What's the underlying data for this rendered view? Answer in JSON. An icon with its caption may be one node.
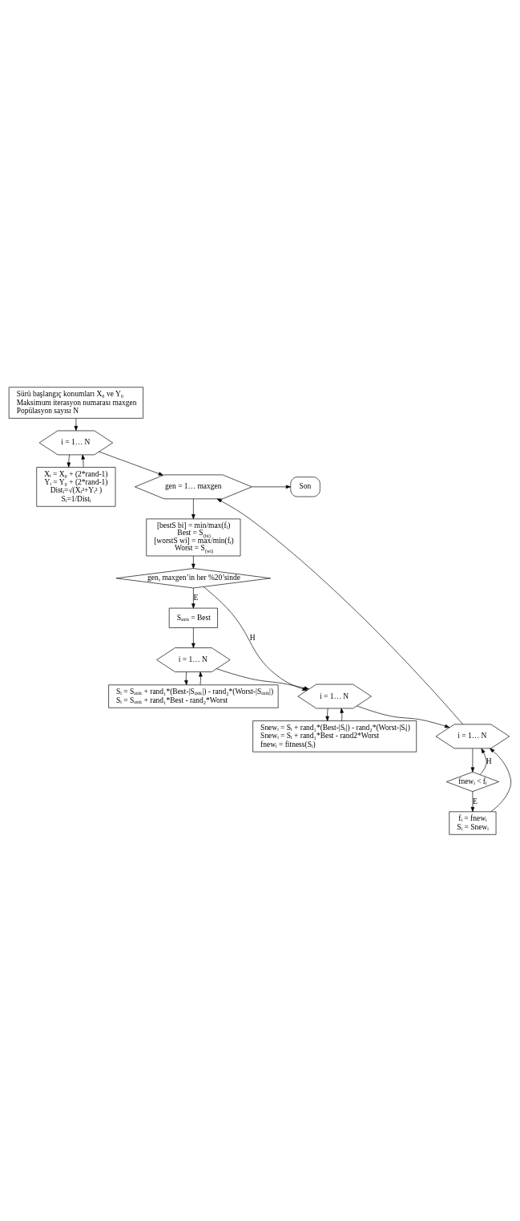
{
  "diagram": {
    "nodes": [
      {
        "text": [
          "Sürü başlangıç konumları X₀ ve Y₀",
          "Maksimum iterasyon numarası maxgen",
          "Popülasyon sayısı N"
        ]
      },
      {
        "text": [
          "i = 1… N"
        ]
      },
      {
        "text": [
          "Xᵢ = X₀ + (2*rand-1)",
          "Yᵢ = Y₀ + (2*rand-1)",
          "Distᵢ=√(Xᵢ²+Yᵢ² )",
          "Sᵢ=1/Distᵢ"
        ]
      },
      {
        "text": [
          "gen = 1… maxgen"
        ]
      },
      {
        "text": [
          "Son"
        ]
      },
      {
        "text": [
          "[bestS bi] = min/max(fᵢ)",
          "Best = S$_{(bi)}$",
          "[worstS wi] = max/min(fᵢ)",
          "Worst = S$_{(wi)}$"
        ]
      },
      {
        "text": [
          "gen, maxgen’in her %20’sinde"
        ]
      },
      {
        "text": [
          "Sₐₓᵢₛ = Best"
        ]
      },
      {
        "text": [
          "i = 1… N"
        ]
      },
      {
        "text": [
          "Sᵢ = Sₐₓᵢₛ + rand₁*(Best-|Sₐₓᵢₛ|) - rand₂*(Worst-|Sₐₓᵢₛ|)",
          "Sᵢ = Sₐₓᵢₛ + rand₁*Best - rand₂*Worst"
        ]
      },
      {
        "text": [
          "i = 1… N"
        ]
      },
      {
        "text": [
          "Snewᵢ = Sᵢ + rand₁*(Best-|Sᵢ|) - rand₂*(Worst-|Sᵢ|)",
          "Snewᵢ = Sᵢ + rand₁*Best - rand2*Worst",
          "fnewᵢ = fitness(Sᵢ)"
        ]
      },
      {
        "text": [
          "i = 1… N"
        ]
      },
      {
        "text": [
          "fnewᵢ < fᵢ"
        ]
      },
      {
        "text": [
          "fᵢ = fnewᵢ",
          "Sᵢ = Snewᵢ"
        ]
      }
    ],
    "edges": [
      {
        "from": 0,
        "to": 1,
        "arrow": "to"
      },
      {
        "from": 1,
        "to": 2,
        "arrow": "to"
      },
      {
        "from": 2,
        "to": 1,
        "arrow": "to"
      },
      {
        "from": 1,
        "to": 3,
        "arrow": "to"
      },
      {
        "from": 3,
        "to": 4,
        "arrow": "to"
      },
      {
        "from": 3,
        "to": 5,
        "arrow": "to"
      },
      {
        "from": 5,
        "to": 6,
        "arrow": "to"
      },
      {
        "from": 6,
        "to": 7,
        "arrow": "to",
        "label": "E"
      },
      {
        "from": 6,
        "to": 10,
        "arrow": "to",
        "label": "H"
      },
      {
        "from": 7,
        "to": 8,
        "arrow": "to"
      },
      {
        "from": 8,
        "to": 9,
        "arrow": "to"
      },
      {
        "from": 9,
        "to": 8,
        "arrow": "to"
      },
      {
        "from": 8,
        "to": 10,
        "arrow": "to"
      },
      {
        "from": 10,
        "to": 11,
        "arrow": "to"
      },
      {
        "from": 11,
        "to": 10,
        "arrow": "to"
      },
      {
        "from": 10,
        "to": 12,
        "arrow": "to"
      },
      {
        "from": 12,
        "to": 13,
        "arrow": "to"
      },
      {
        "from": 13,
        "to": 14,
        "arrow": "to",
        "label": "E"
      },
      {
        "from": 13,
        "to": 12,
        "arrow": "to",
        "label": "H"
      },
      {
        "from": 14,
        "to": 12,
        "arrow": "to"
      },
      {
        "from": 12,
        "to": 3,
        "arrow": "to"
      }
    ]
  }
}
